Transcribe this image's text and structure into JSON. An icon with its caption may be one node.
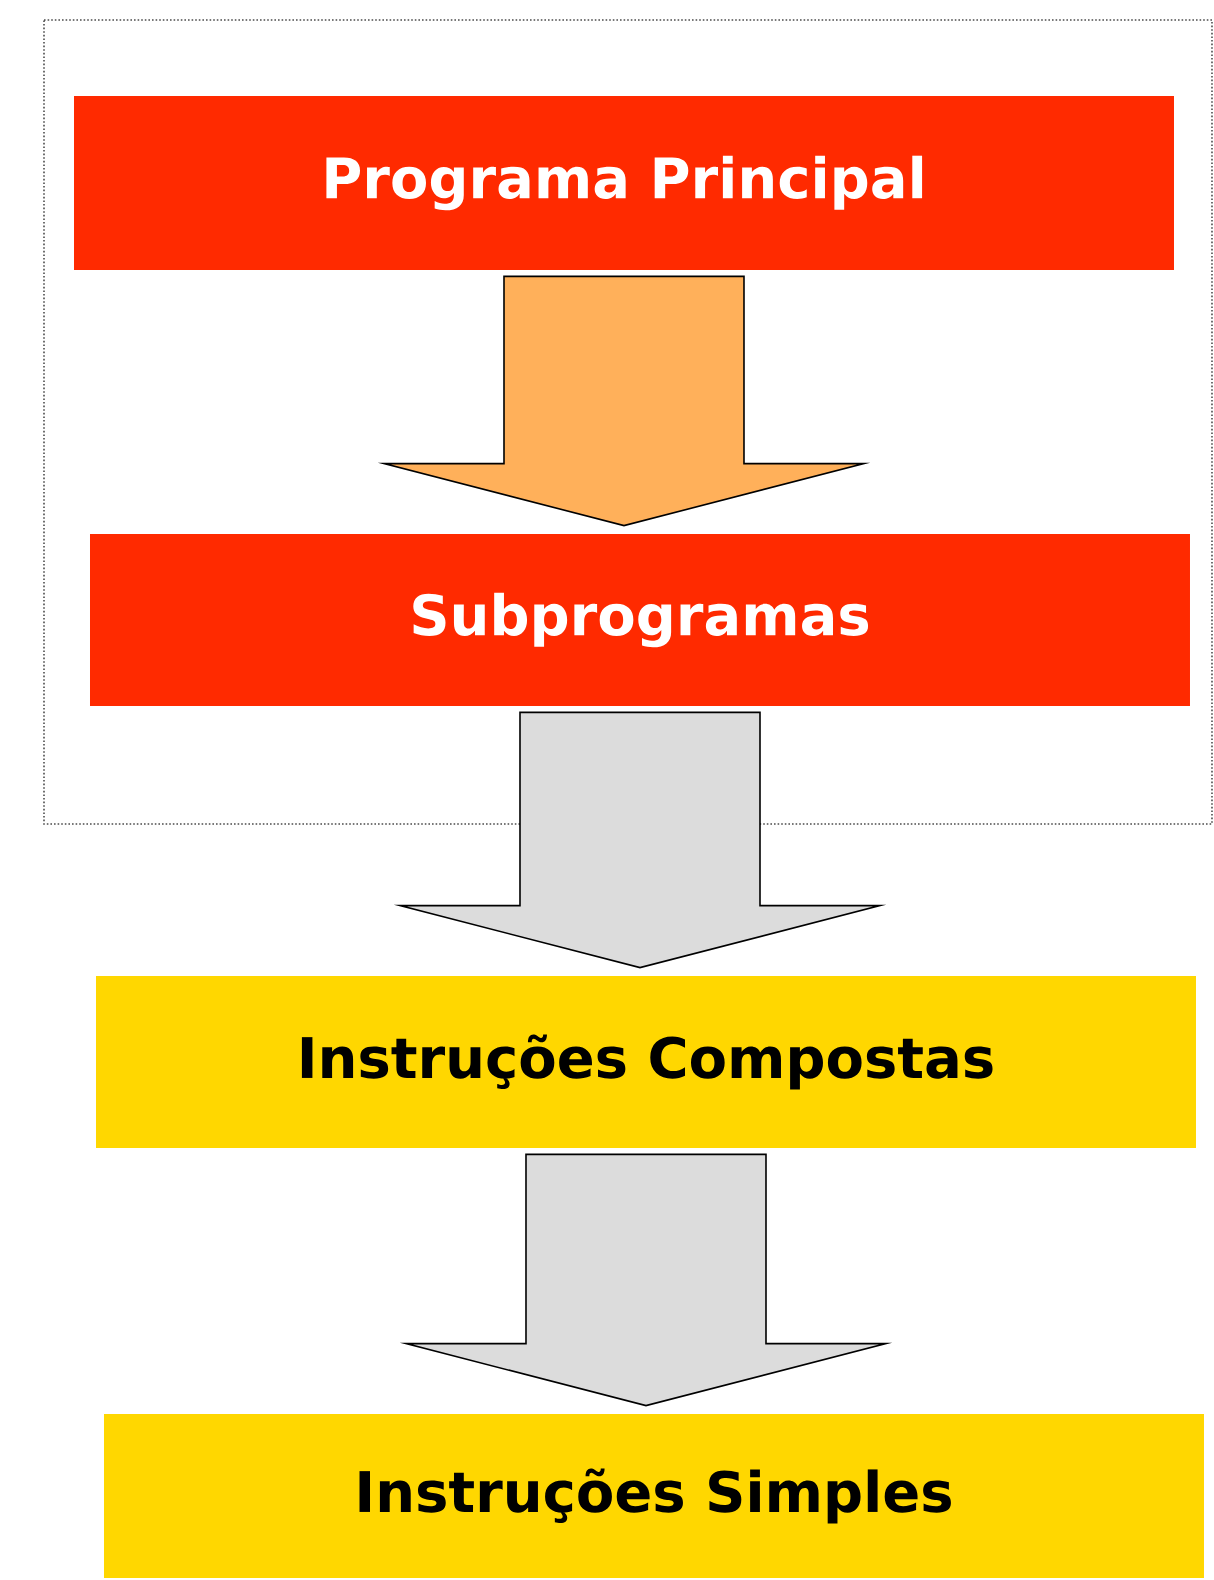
{
  "diagram": {
    "nodes": [
      {
        "text": [
          "Programa Principal"
        ]
      },
      {
        "text": [
          "Subprogramas"
        ]
      },
      {
        "text": [
          "Instruções Compostas"
        ]
      },
      {
        "text": [
          "Instruções Simples"
        ]
      }
    ],
    "edges": [
      {
        "from": 0,
        "to": 1,
        "arrow": "to",
        "color": "#ffb05a"
      },
      {
        "from": 1,
        "to": 2,
        "arrow": "to"
      },
      {
        "from": 2,
        "to": 3,
        "arrow": "to"
      }
    ]
  }
}
